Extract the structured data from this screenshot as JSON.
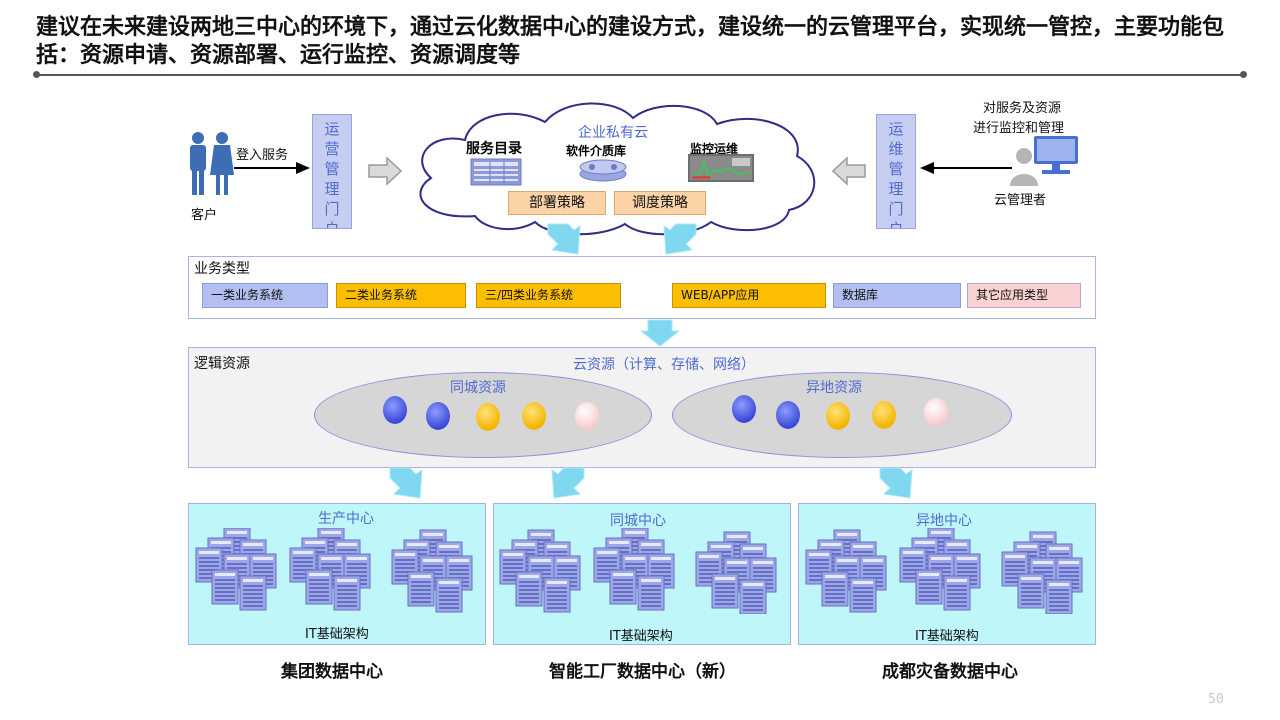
{
  "title": "建议在未来建设两地三中心的环境下，通过云化数据中心的建设方式，建设统一的云管理平台，实现统一管控，主要功能包括：资源申请、资源部署、运行监控、资源调度等",
  "customer": {
    "login_label": "登入服务",
    "label": "客户"
  },
  "ops_portal": {
    "chars": [
      "运",
      "营",
      "管",
      "理",
      "门",
      "户"
    ]
  },
  "maint_portal": {
    "chars": [
      "运",
      "维",
      "管",
      "理",
      "门",
      "户"
    ]
  },
  "cloud": {
    "title": "企业私有云",
    "service_catalog": "服务目录",
    "software_repo": "软件介质库",
    "monitoring": "监控运维",
    "deploy_policy": "部署策略",
    "schedule_policy": "调度策略"
  },
  "admin": {
    "caption_line1": "对服务及资源",
    "caption_line2": "进行监控和管理",
    "label": "云管理者"
  },
  "business": {
    "label": "业务类型",
    "items": [
      {
        "label": "一类业务系统",
        "color": "#b3bff1"
      },
      {
        "label": "二类业务系统",
        "color": "#fbbe00"
      },
      {
        "label": "三/四类业务系统",
        "color": "#fbbe00"
      },
      {
        "label": "WEB/APP应用",
        "color": "#fbbe00"
      },
      {
        "label": "数据库",
        "color": "#b3bff1"
      },
      {
        "label": "其它应用类型",
        "color": "#fbd2d2"
      }
    ]
  },
  "logic": {
    "label": "逻辑资源",
    "cloud_resource": "云资源（计算、存储、网络）",
    "same_city": "同城资源",
    "remote": "异地资源"
  },
  "datacenters": [
    {
      "title": "生产中心",
      "infra": "IT基础架构",
      "name": "集团数据中心"
    },
    {
      "title": "同城中心",
      "infra": "IT基础架构",
      "name": "智能工厂数据中心（新）"
    },
    {
      "title": "异地中心",
      "infra": "IT基础架构",
      "name": "成都灾备数据中心"
    }
  ],
  "page_number": "50",
  "colors": {
    "portal_text": "#4f6bd0",
    "datacenter_bg": "#bff6f9",
    "gold": "#fbbe00",
    "blue_chip": "#b3bff1",
    "arrow": "#7fd8f0"
  }
}
